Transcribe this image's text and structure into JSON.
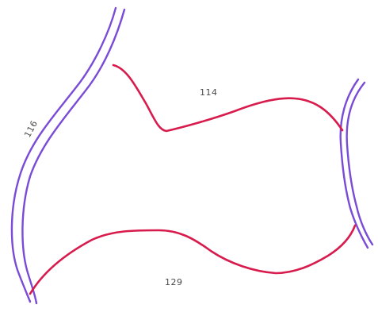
{
  "labels": {
    "left_boundary": "116",
    "top_segment": "114",
    "bottom_segment": "129"
  },
  "colors": {
    "boundary_lines": "#7a4bd6",
    "segment_lines": "#d81b4d",
    "background": "#ffffff"
  }
}
